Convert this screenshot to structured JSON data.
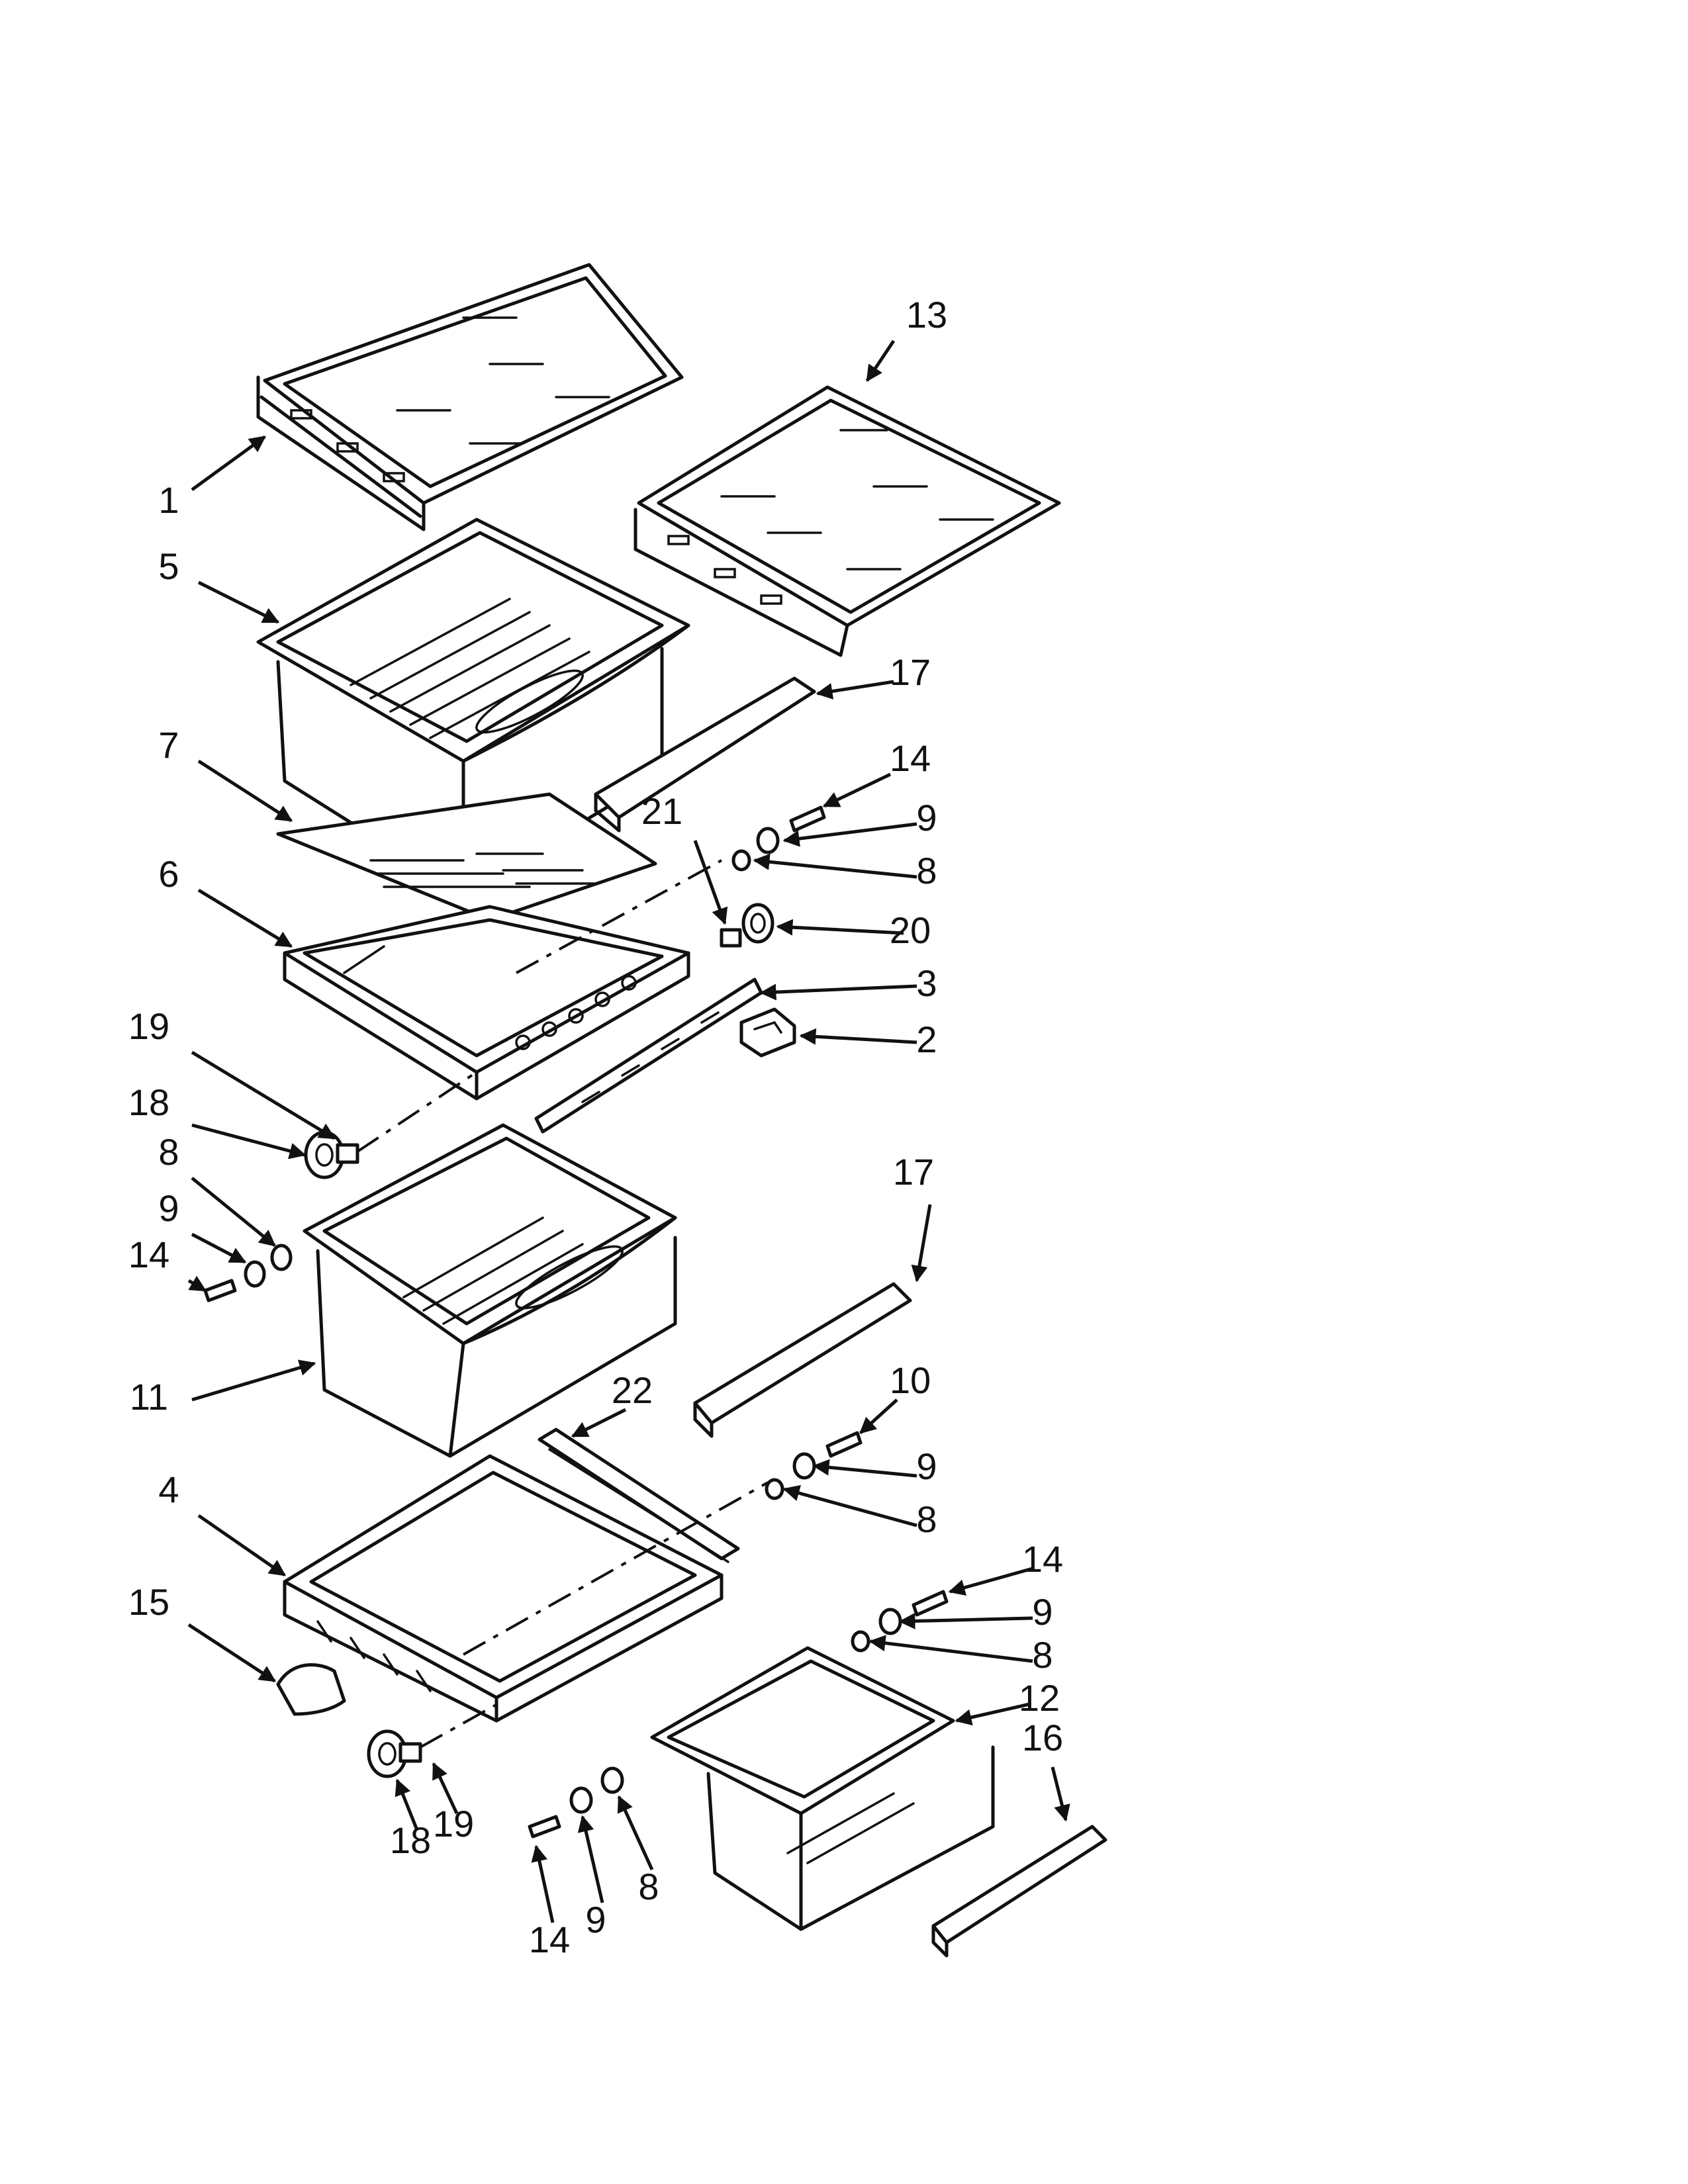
{
  "callouts": [
    {
      "label": "1"
    },
    {
      "label": "13"
    },
    {
      "label": "5"
    },
    {
      "label": "17"
    },
    {
      "label": "7"
    },
    {
      "label": "14"
    },
    {
      "label": "21"
    },
    {
      "label": "9"
    },
    {
      "label": "8"
    },
    {
      "label": "6"
    },
    {
      "label": "20"
    },
    {
      "label": "3"
    },
    {
      "label": "2"
    },
    {
      "label": "19"
    },
    {
      "label": "18"
    },
    {
      "label": "8"
    },
    {
      "label": "9"
    },
    {
      "label": "14"
    },
    {
      "label": "17"
    },
    {
      "label": "11"
    },
    {
      "label": "22"
    },
    {
      "label": "10"
    },
    {
      "label": "9"
    },
    {
      "label": "8"
    },
    {
      "label": "4"
    },
    {
      "label": "14"
    },
    {
      "label": "15"
    },
    {
      "label": "9"
    },
    {
      "label": "8"
    },
    {
      "label": "12"
    },
    {
      "label": "16"
    },
    {
      "label": "18"
    },
    {
      "label": "19"
    },
    {
      "label": "14"
    },
    {
      "label": "9"
    },
    {
      "label": "8"
    }
  ]
}
